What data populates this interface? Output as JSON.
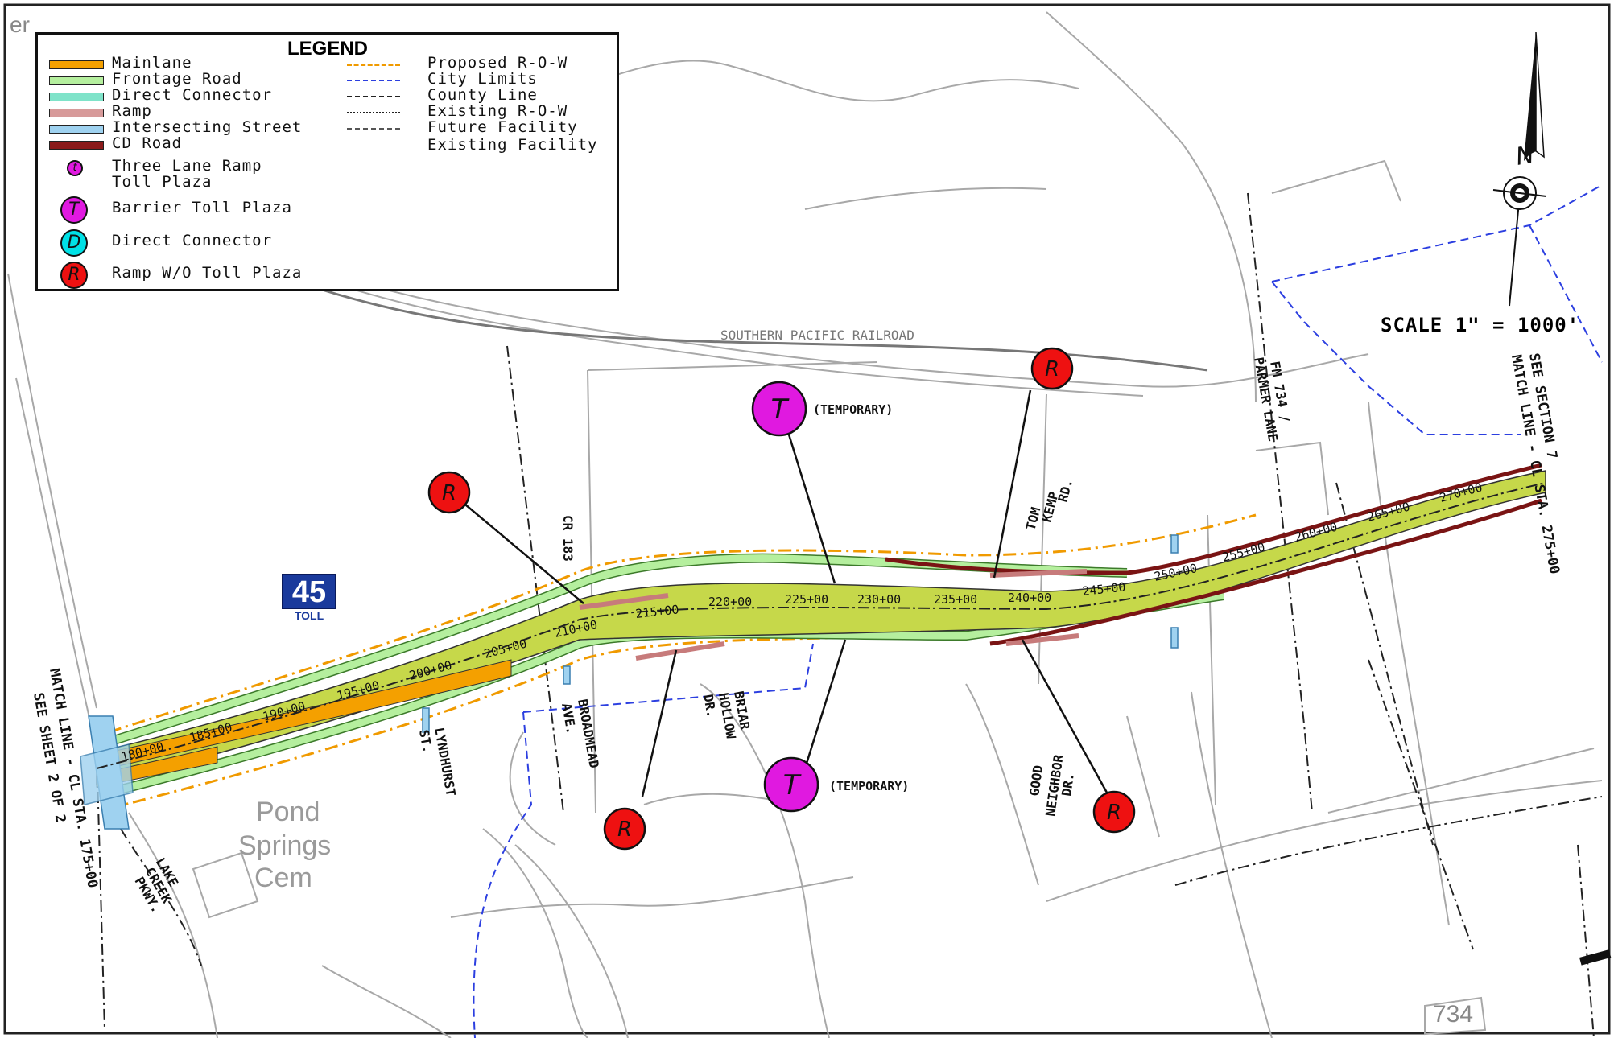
{
  "legend": {
    "title": "LEGEND",
    "left_items": [
      {
        "label": "Mainlane",
        "swatch": "#f4a000"
      },
      {
        "label": "Frontage Road",
        "swatch": "#b5ef9e"
      },
      {
        "label": "Direct Connector",
        "swatch": "#7fe3c9"
      },
      {
        "label": "Ramp",
        "swatch": "#d79a9a"
      },
      {
        "label": "Intersecting Street",
        "swatch": "#9fd2f0"
      },
      {
        "label": "CD Road",
        "swatch": "#8b1a1a"
      }
    ],
    "right_items": [
      {
        "label": "Proposed R-O-W"
      },
      {
        "label": "City Limits"
      },
      {
        "label": "County Line"
      },
      {
        "label": "Existing R-O-W"
      },
      {
        "label": "Future Facility"
      },
      {
        "label": "Existing Facility"
      }
    ],
    "symbols": [
      {
        "letter": "t",
        "label_line1": "Three Lane Ramp",
        "label_line2": "Toll Plaza",
        "color": "#e019e0"
      },
      {
        "letter": "T",
        "label_line1": "Barrier Toll Plaza",
        "label_line2": "",
        "color": "#e019e0"
      },
      {
        "letter": "D",
        "label_line1": "Direct Connector",
        "label_line2": "",
        "color": "#00e1e6"
      },
      {
        "letter": "R",
        "label_line1": "Ramp W/O Toll Plaza",
        "label_line2": "",
        "color": "#ee1111"
      }
    ]
  },
  "scale": "SCALE 1\" = 1000'",
  "corner_text": "er",
  "shield": {
    "number": "45",
    "sub": "TOLL"
  },
  "street_labels": {
    "railroad": "SOUTHERN PACIFIC RAILROAD",
    "cr183": "CR 183",
    "fm734_a": "FM 734 /",
    "fm734_b": "PARMER LANE",
    "tomkemp_a": "TOM",
    "tomkemp_b": "KEMP",
    "tomkemp_c": "RD.",
    "broadmead_a": "BROADMEAD",
    "broadmead_b": "AVE.",
    "briar_a": "BRIAR",
    "briar_b": "HOLLOW",
    "briar_c": "DR.",
    "lyndhurst_a": "LYNDHURST",
    "lyndhurst_b": "ST.",
    "good_a": "GOOD",
    "good_b": "NEIGHBOR",
    "good_c": "DR.",
    "lake_a": "LAKE",
    "lake_b": "CREEK",
    "lake_c": "PKWY.",
    "pond_a": "Pond",
    "pond_b": "Springs",
    "pond_c": "Cem",
    "route734": "734",
    "temporary": "(TEMPORARY)",
    "match_left_a": "MATCH LINE - CL STA. 175+00",
    "match_left_b": "SEE SHEET 2 OF 2",
    "match_right_a": "SEE SECTION 7",
    "match_right_b": "MATCH LINE - CL STA. 275+00"
  },
  "stations": [
    "180+00",
    "185+00",
    "190+00",
    "195+00",
    "200+00",
    "205+00",
    "210+00",
    "215+00",
    "220+00",
    "225+00",
    "230+00",
    "235+00",
    "240+00",
    "245+00",
    "250+00",
    "255+00",
    "260+00",
    "265+00",
    "270+00"
  ],
  "markers": [
    {
      "letter": "R",
      "color": "#ee1111"
    },
    {
      "letter": "T",
      "color": "#e019e0"
    },
    {
      "letter": "R",
      "color": "#ee1111"
    },
    {
      "letter": "R",
      "color": "#ee1111"
    },
    {
      "letter": "T",
      "color": "#e019e0"
    },
    {
      "letter": "R",
      "color": "#ee1111"
    }
  ]
}
